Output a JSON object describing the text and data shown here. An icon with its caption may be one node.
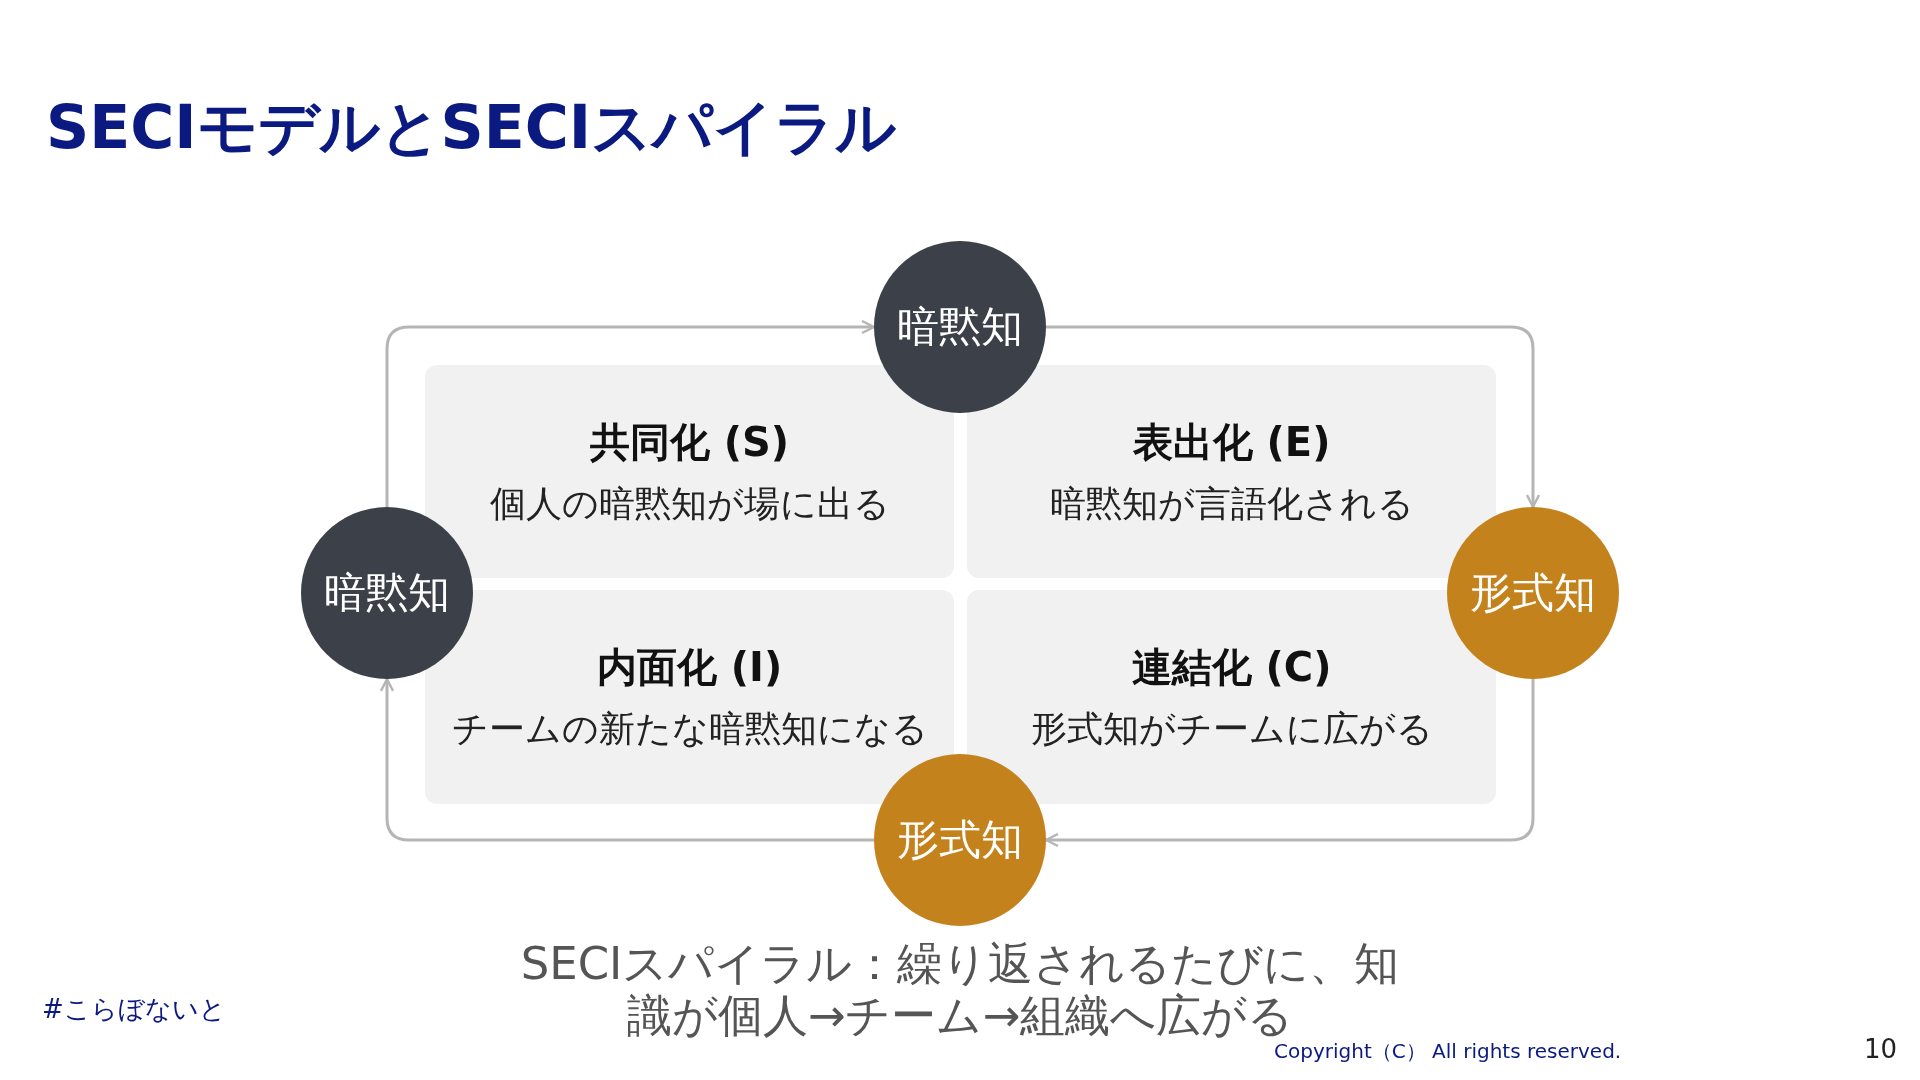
{
  "diagram": {
    "title": "SECIモデルとSECIスパイラル",
    "caption": "SECIスパイラル：繰り返されるたびに、知識が個人→チーム→組織へ広がる",
    "nodes": [
      {
        "text": [
          "暗黙知"
        ]
      },
      {
        "text": [
          "共同化 (S)",
          "個人の暗黙知が場に出る"
        ]
      },
      {
        "text": [
          "表出化 (E)",
          "暗黙知が言語化される"
        ]
      },
      {
        "text": [
          "暗黙知"
        ]
      },
      {
        "text": [
          "形式知"
        ]
      },
      {
        "text": [
          "内面化 (I)",
          "チームの新たな暗黙知になる"
        ]
      },
      {
        "text": [
          "連結化 (C)",
          "形式知がチームに広がる"
        ]
      },
      {
        "text": [
          "形式知"
        ]
      }
    ],
    "edges": [
      {
        "from": 3,
        "to": 0,
        "arrow": "to"
      },
      {
        "from": 0,
        "to": 4,
        "arrow": "to"
      },
      {
        "from": 4,
        "to": 7,
        "arrow": "to"
      },
      {
        "from": 7,
        "to": 3,
        "arrow": "to"
      }
    ],
    "labels": [
      "#こらぼないと",
      "Copyright（C） All rights reserved.",
      "10"
    ]
  }
}
